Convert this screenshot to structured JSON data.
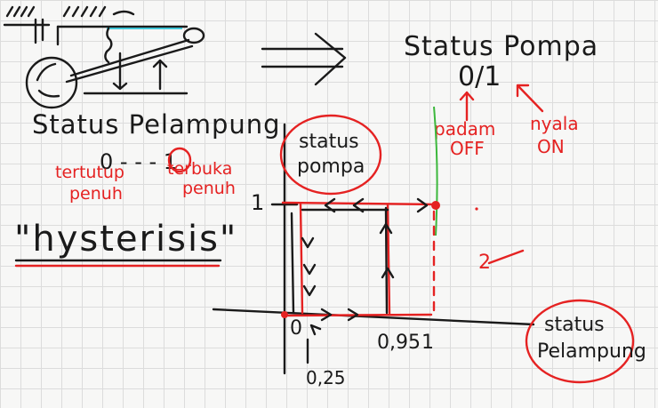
{
  "tank_diagram": {
    "caption": "Status Pelampung",
    "states": "0 - - - 1",
    "state0_label_line1": "tertutup",
    "state0_label_line2": "penuh",
    "state1_label_line1": "terbuka",
    "state1_label_line2": "penuh"
  },
  "hysteresis_label": "\"hysterisis\"",
  "pump_status": {
    "title": "Status Pompa",
    "values": "0/1",
    "off_note_line1": "padam",
    "off_note_line2": "OFF",
    "on_note_line1": "nyala",
    "on_note_line2": "ON"
  },
  "graph": {
    "y_axis_title_line1": "status",
    "y_axis_title_line2": "pompa",
    "x_axis_title_line1": "status",
    "x_axis_title_line2": "Pelampung",
    "y_tick_1": "1",
    "x_tick_0": "0",
    "x_tick_025": "0,25",
    "x_tick_095": "0,95",
    "x_tick_1": "1",
    "origin_mark": "o",
    "side_mark": "2"
  },
  "colors": {
    "ink": "#1a1a1a",
    "highlight": "#e52222",
    "green": "#3db83d",
    "cyan": "#3fc6d8"
  }
}
